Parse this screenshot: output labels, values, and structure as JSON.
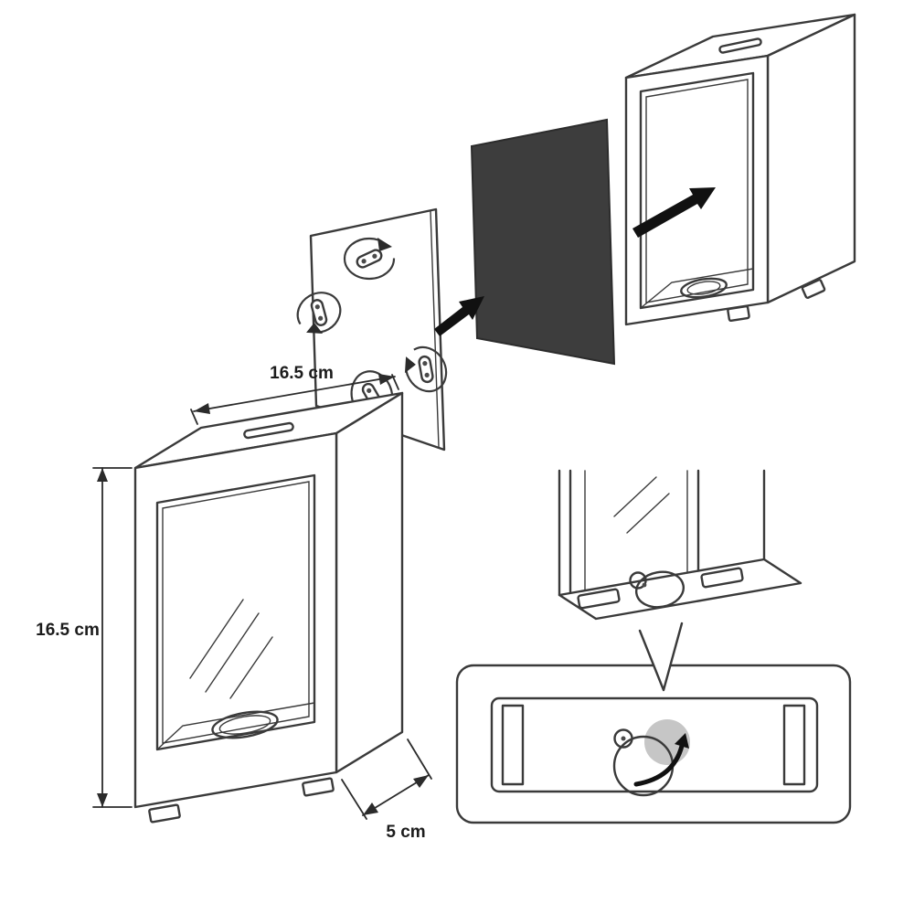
{
  "labels": {
    "frame_width": "16.5 cm",
    "frame_height": "16.5 cm",
    "frame_depth": "5 cm"
  },
  "colors": {
    "outline": "#3a3a3a",
    "panel": "#3d3d3d",
    "arrow": "#111111",
    "hole_highlight": "#c6c6c6",
    "background": "#ffffff"
  },
  "icons": {
    "insert_arrow": "thick-black-arrow",
    "rotation_arrow": "circular-rotation-arrow",
    "dial_rotation_arrow": "curved-rotation-arrow"
  }
}
